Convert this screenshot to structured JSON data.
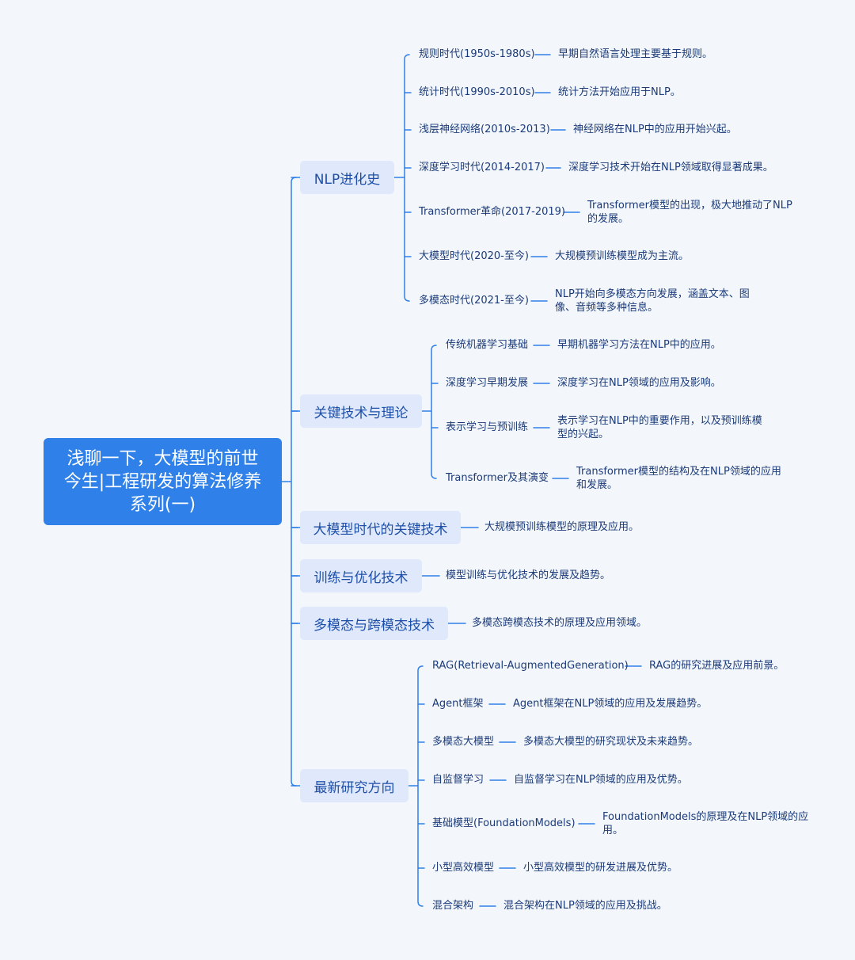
{
  "root": {
    "title": "浅聊一下，大模型的前世今生|工程研发的算法修养系列(一)"
  },
  "colors": {
    "background": "#f3f7fc",
    "root_fill": "#2f80e8",
    "category_fill": "#dfe9fb",
    "line": "#2f80e8",
    "text": "#1b3a78"
  },
  "categories": [
    {
      "label": "NLP进化史",
      "children": [
        {
          "label": "规则时代(1950s-1980s)",
          "desc": "早期自然语言处理主要基于规则。"
        },
        {
          "label": "统计时代(1990s-2010s)",
          "desc": "统计方法开始应用于NLP。"
        },
        {
          "label": "浅层神经网络(2010s-2013)",
          "desc": "神经网络在NLP中的应用开始兴起。"
        },
        {
          "label": "深度学习时代(2014-2017)",
          "desc": "深度学习技术开始在NLP领域取得显著成果。"
        },
        {
          "label": "Transformer革命(2017-2019)",
          "desc": "Transformer模型的出现，极大地推动了NLP的发展。"
        },
        {
          "label": "大模型时代(2020-至今)",
          "desc": "大规模预训练模型成为主流。"
        },
        {
          "label": "多模态时代(2021-至今)",
          "desc": "NLP开始向多模态方向发展，涵盖文本、图像、音频等多种信息。"
        }
      ]
    },
    {
      "label": "关键技术与理论",
      "children": [
        {
          "label": "传统机器学习基础",
          "desc": "早期机器学习方法在NLP中的应用。"
        },
        {
          "label": "深度学习早期发展",
          "desc": "深度学习在NLP领域的应用及影响。"
        },
        {
          "label": "表示学习与预训练",
          "desc": "表示学习在NLP中的重要作用，以及预训练模型的兴起。"
        },
        {
          "label": "Transformer及其演变",
          "desc": "Transformer模型的结构及在NLP领域的应用和发展。"
        }
      ]
    },
    {
      "label": "大模型时代的关键技术",
      "desc": "大规模预训练模型的原理及应用。"
    },
    {
      "label": "训练与优化技术",
      "desc": "模型训练与优化技术的发展及趋势。"
    },
    {
      "label": "多模态与跨模态技术",
      "desc": "多模态跨模态技术的原理及应用领域。"
    },
    {
      "label": "最新研究方向",
      "children": [
        {
          "label": "RAG(Retrieval-AugmentedGeneration)",
          "desc": "RAG的研究进展及应用前景。"
        },
        {
          "label": "Agent框架",
          "desc": "Agent框架在NLP领域的应用及发展趋势。"
        },
        {
          "label": "多模态大模型",
          "desc": "多模态大模型的研究现状及未来趋势。"
        },
        {
          "label": "自监督学习",
          "desc": "自监督学习在NLP领域的应用及优势。"
        },
        {
          "label": "基础模型(FoundationModels)",
          "desc": "FoundationModels的原理及在NLP领域的应用。"
        },
        {
          "label": "小型高效模型",
          "desc": "小型高效模型的研发进展及优势。"
        },
        {
          "label": "混合架构",
          "desc": "混合架构在NLP领域的应用及挑战。"
        }
      ]
    }
  ]
}
